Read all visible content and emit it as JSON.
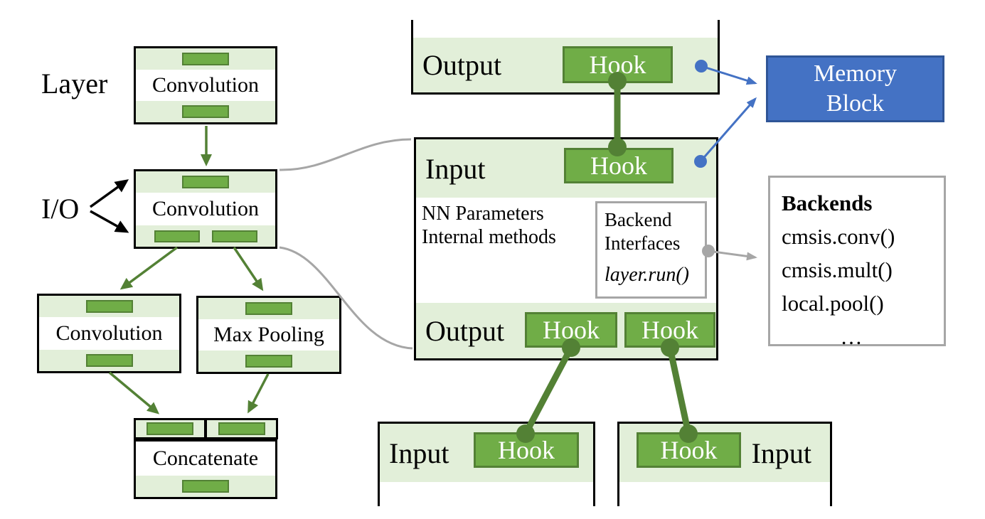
{
  "figure": {
    "description": "Neural network layer abstraction diagram with I/O hooks, memory block and backend interfaces"
  },
  "colors": {
    "accent_green": "#70AD47",
    "dark_green": "#538135",
    "light_green_fill": "#E2EFD9",
    "accent_blue": "#4472C4",
    "dark_blue_border": "#2F5597",
    "gray": "#A6A6A6",
    "black": "#000000"
  },
  "left_diagram": {
    "layer_label": "Layer",
    "io_label": "I/O",
    "node_top": "Convolution",
    "node_mid": "Convolution",
    "node_left": "Convolution",
    "node_right": "Max Pooling",
    "node_bottom": "Concatenate"
  },
  "layer_detail": {
    "prev_layer": {
      "band_label": "Output",
      "hook_label": "Hook"
    },
    "current_layer": {
      "input_label": "Input",
      "input_hook_label": "Hook",
      "body_line1": "NN Parameters",
      "body_line2": "Internal methods",
      "backend_interfaces": {
        "line1": "Backend",
        "line2": "Interfaces",
        "method": "layer.run()"
      },
      "output_label": "Output",
      "output_hook1_label": "Hook",
      "output_hook2_label": "Hook"
    },
    "next_layer_left": {
      "band_label": "Input",
      "hook_label": "Hook"
    },
    "next_layer_right": {
      "band_label": "Input",
      "hook_label": "Hook"
    }
  },
  "memory_block": {
    "line1": "Memory",
    "line2": "Block"
  },
  "backends": {
    "title": "Backends",
    "items": [
      "cmsis.conv()",
      "cmsis.mult()",
      "local.pool()",
      "…"
    ]
  }
}
